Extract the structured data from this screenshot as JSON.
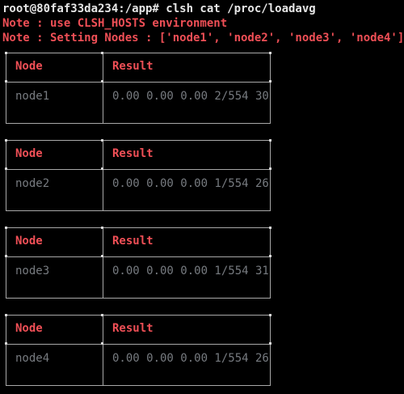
{
  "terminal": {
    "prompt_line": "root@80faf33da234:/app# clsh cat /proc/loadavg",
    "note_env": "Note : use CLSH_HOSTS environment",
    "note_nodes": "Note : Setting Nodes : ['node1', 'node2', 'node3', 'node4']"
  },
  "tables": [
    {
      "header_node": "Node",
      "header_result": "Result",
      "node": "node1",
      "result": "0.00 0.00 0.00 2/554 30"
    },
    {
      "header_node": "Node",
      "header_result": "Result",
      "node": "node2",
      "result": "0.00 0.00 0.00 1/554 26"
    },
    {
      "header_node": "Node",
      "header_result": "Result",
      "node": "node3",
      "result": "0.00 0.00 0.00 1/554 31"
    },
    {
      "header_node": "Node",
      "header_result": "Result",
      "node": "node4",
      "result": "0.00 0.00 0.00 1/554 26"
    }
  ]
}
